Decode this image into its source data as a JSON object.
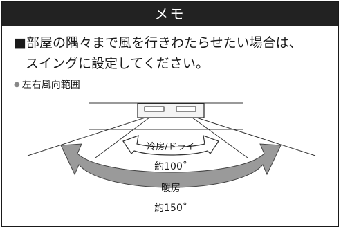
{
  "memo": {
    "header": "メモ",
    "line1": "■部屋の隅々まで風を行きわたらせたい場合は、",
    "line2": "スイングに設定してください。",
    "subheading_bullet": "●",
    "subheading": "左右風向範囲"
  },
  "diagram": {
    "cool_dry_label": "冷房/ドライ",
    "cool_dry_angle": "約100˚",
    "heat_label": "暖房",
    "heat_angle": "約150˚"
  }
}
